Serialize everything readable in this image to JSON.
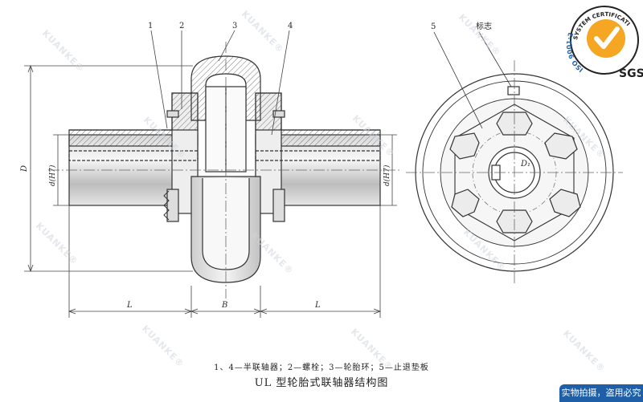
{
  "diagram": {
    "part_labels": [
      "1",
      "2",
      "3",
      "4"
    ],
    "right_view": {
      "part_label": "5",
      "mark_label": "标志"
    },
    "dimensions": {
      "overall_diameter": "D",
      "hub_bore_left": "d(H7)",
      "hub_bore_right": "d(H7)",
      "hub_length_left": "L",
      "gap_width": "B",
      "hub_length_right": "L",
      "end_view_diameter": "D₁"
    },
    "legend": "1、4—半联轴器；2—螺栓；3—轮胎环；5—止退垫板",
    "title": "UL 型轮胎式联轴器结构图"
  },
  "watermark": "KUANKE®",
  "certification": {
    "ring_text": "SYSTEM CERTIFICATION",
    "standard": "ISO 9001:2000",
    "mark": "SGS",
    "accent_color": "#f5a623"
  },
  "banner": {
    "text": "实物拍摄，盗用必究"
  }
}
